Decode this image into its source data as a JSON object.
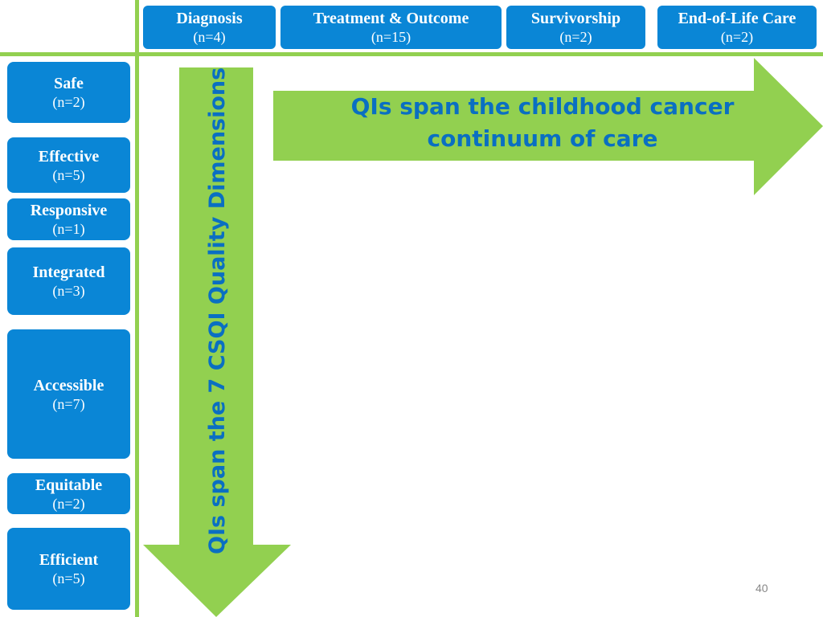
{
  "phases": [
    {
      "label": "Diagnosis",
      "count": "(n=4)"
    },
    {
      "label": "Treatment & Outcome",
      "count": "(n=15)"
    },
    {
      "label": "Survivorship",
      "count": "(n=2)"
    },
    {
      "label": "End-of-Life Care",
      "count": "(n=2)"
    }
  ],
  "dimensions": [
    {
      "label": "Safe",
      "count": "(n=2)"
    },
    {
      "label": "Effective",
      "count": "(n=5)"
    },
    {
      "label": "Responsive",
      "count": "(n=1)"
    },
    {
      "label": "Integrated",
      "count": "(n=3)"
    },
    {
      "label": "Accessible",
      "count": "(n=7)"
    },
    {
      "label": "Equitable",
      "count": "(n=2)"
    },
    {
      "label": "Efficient",
      "count": "(n=5)"
    }
  ],
  "horizontal_arrow": {
    "line1": "QIs span the childhood cancer",
    "line2": "continuum of care"
  },
  "vertical_arrow": {
    "text": "QIs span the 7 CSQI Quality Dimensions"
  },
  "page_number": "40",
  "colors": {
    "box_blue": "#0a86d6",
    "arrow_green": "#92d050",
    "text_blue": "#0a6fc2"
  }
}
